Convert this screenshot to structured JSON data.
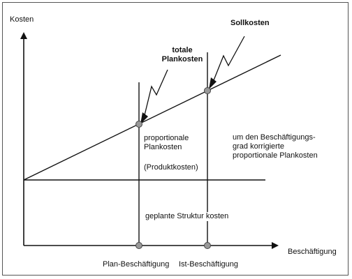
{
  "labels": {
    "y_axis": "Kosten",
    "x_axis": "Beschäftigung",
    "sollkosten": "Sollkosten",
    "totale_plankosten": "totale\nPlankosten",
    "proportionale_plankosten": "proportionale\nPlankosten",
    "produktkosten": "(Produktkosten)",
    "korrigierte_plankosten": "um den Beschäftigungs-\ngrad korrigierte\nproportionale Plankosten",
    "strukturkosten": "geplante Struktur kosten",
    "plan_beschaeftigung": "Plan-Beschäftigung",
    "ist_beschaeftigung": "Ist-Beschäftigung"
  },
  "colors": {
    "line": "#111111",
    "point_fill": "#999999",
    "frame": "#555555"
  }
}
